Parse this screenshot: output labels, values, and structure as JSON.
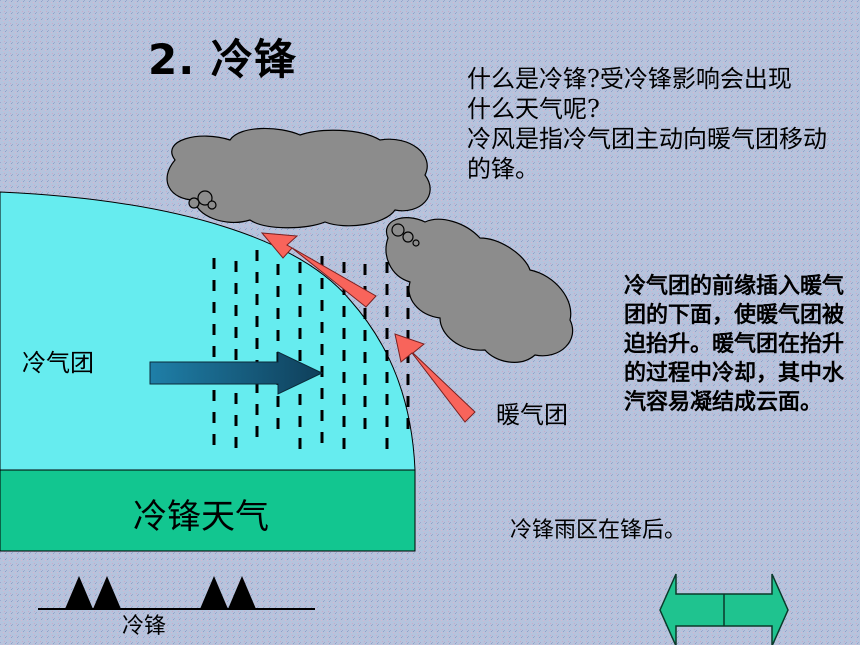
{
  "title": "2. 冷锋",
  "intro_text": "什么是冷锋?受冷锋影响会出现\n什么天气呢?\n冷风是指冷气团主动向暖气团移动的锋。",
  "mechanism_text": "冷气团的前缘插入暖气团的下面，使暖气团被迫抬升。暖气团在抬升的过程中冷却，其中水汽容易凝结成云面。",
  "labels": {
    "cold_air": "冷气团",
    "warm_air": "暖气团",
    "weather": "冷锋天气",
    "rain_note": "冷锋雨区在锋后。",
    "front_symbol": "冷锋"
  },
  "colors": {
    "background": "#b7c3dc",
    "cold_air_mass": "#66ecef",
    "ground": "#12c690",
    "cloud": "#8c8c8c",
    "warm_arrow": "#f8645b",
    "cold_arrow_start": "#1f7fa8",
    "cold_arrow_end": "#0f3f5a",
    "nav_arrow": "#1fc38f",
    "front_triangles": "#000000"
  },
  "icons": [
    "cloud-icon",
    "rain-icon",
    "red-arrow-icon",
    "blue-arrow-icon",
    "cold-front-triangle-icon",
    "double-arrow-nav-icon"
  ]
}
